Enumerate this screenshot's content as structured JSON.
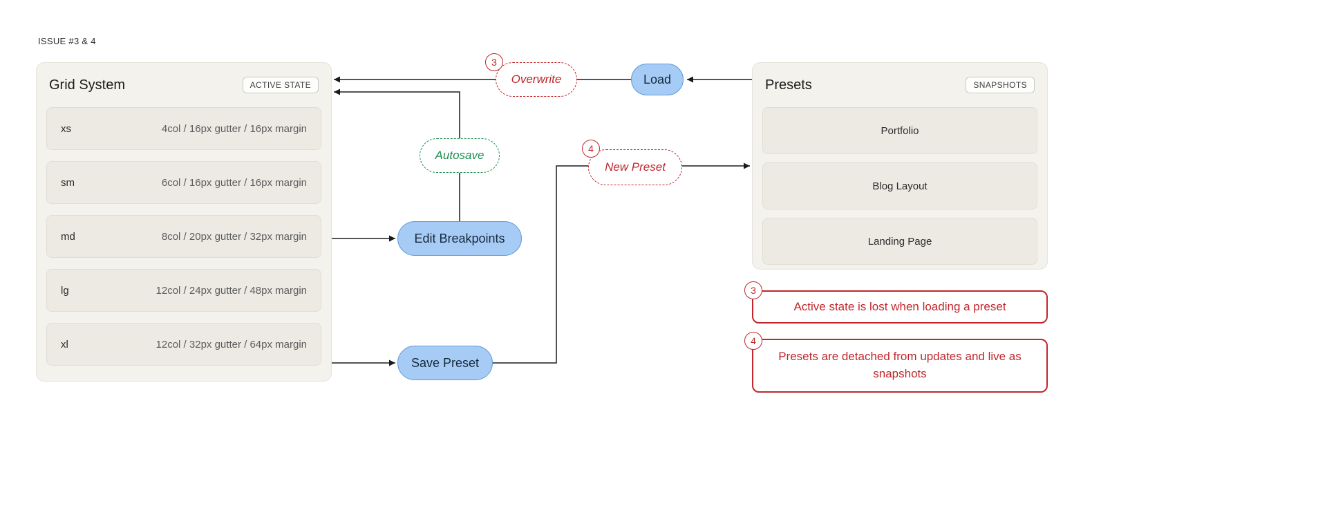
{
  "issue_label": "ISSUE #3 & 4",
  "grid_system": {
    "title": "Grid System",
    "badge": "ACTIVE STATE",
    "rows": [
      {
        "label": "xs",
        "value": "4col / 16px gutter / 16px margin"
      },
      {
        "label": "sm",
        "value": "6col / 16px gutter / 16px margin"
      },
      {
        "label": "md",
        "value": "8col / 20px gutter / 32px margin"
      },
      {
        "label": "lg",
        "value": "12col / 24px gutter / 48px margin"
      },
      {
        "label": "xl",
        "value": "12col / 32px gutter / 64px margin"
      }
    ]
  },
  "presets": {
    "title": "Presets",
    "badge": "SNAPSHOTS",
    "items": [
      {
        "label": "Portfolio"
      },
      {
        "label": "Blog Layout"
      },
      {
        "label": "Landing Page"
      }
    ]
  },
  "nodes": {
    "load": {
      "label": "Load"
    },
    "overwrite": {
      "label": "Overwrite",
      "number": "3"
    },
    "autosave": {
      "label": "Autosave"
    },
    "edit_breakpoints": {
      "label": "Edit Breakpoints"
    },
    "save_preset": {
      "label": "Save Preset"
    },
    "new_preset": {
      "label": "New Preset",
      "number": "4"
    }
  },
  "notes": [
    {
      "number": "3",
      "text": "Active state is lost when loading a preset"
    },
    {
      "number": "4",
      "text": "Presets are detached from updates and live as snapshots"
    }
  ],
  "colors": {
    "annotation_red": "#c0262b",
    "action_blue_fill": "#a6cbf5",
    "action_blue_border": "#5e9ad8",
    "autosave_green": "#1e8e4f",
    "panel_bg": "#f3f2ed",
    "row_bg": "#eceae2",
    "arrow_black": "#1a1a1a"
  }
}
